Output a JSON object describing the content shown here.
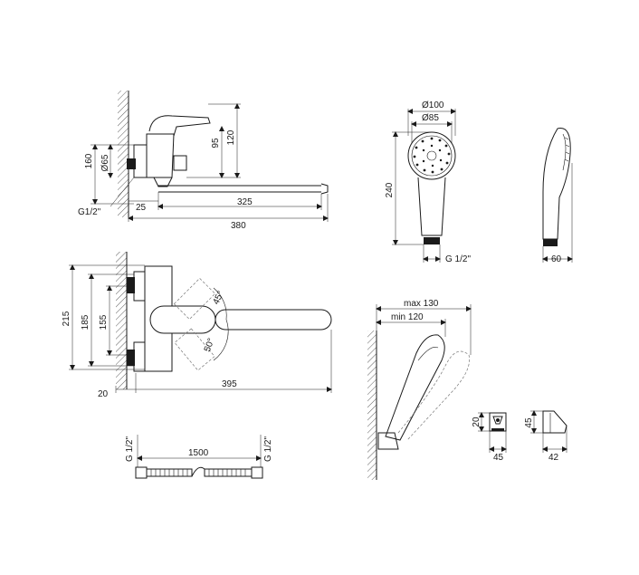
{
  "front_view": {
    "height_total": "160",
    "diameter": "Ø65",
    "height_lever": "95",
    "height_top": "120",
    "wall_offset": "25",
    "spout_length": "325",
    "overall_length": "380",
    "thread": "G1/2\""
  },
  "top_view": {
    "height_total": "215",
    "height_mid": "185",
    "height_inner": "155",
    "angle_up": "45°",
    "angle_down": "50°",
    "wall_offset": "20",
    "reach": "395"
  },
  "hose": {
    "thread_left": "G 1/2\"",
    "length": "1500",
    "thread_right": "G 1/2\""
  },
  "hand_shower": {
    "diameter_outer": "Ø100",
    "diameter_inner": "Ø85",
    "length": "240",
    "thread": "G 1/2\"",
    "side_width": "60"
  },
  "wall_mount_view": {
    "max_reach": "max 130",
    "min_reach": "min 120"
  },
  "holder": {
    "front_height": "20",
    "front_width": "45",
    "side_height": "45",
    "side_depth": "42"
  }
}
